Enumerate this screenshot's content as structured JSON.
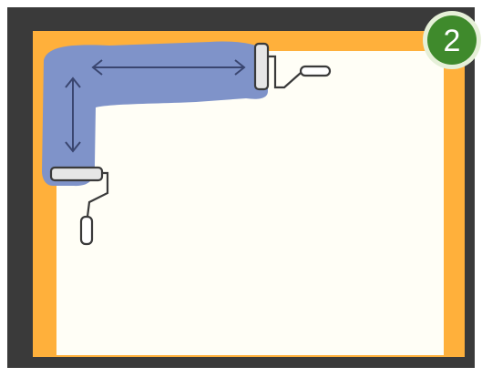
{
  "step_badge": {
    "number": "2",
    "fill_color": "#3f8a2c",
    "ring_color": "#e6f0d8"
  },
  "colors": {
    "outer_frame": "#3a3a3a",
    "wall_border": "#ffb03b",
    "wall_surface": "#fffef6",
    "paint_stroke": "#7f93c9",
    "arrow": "#3a4670",
    "roller_outline": "#3a3a3a"
  },
  "icons": {
    "horizontal_stroke_arrow": "double-arrow-horizontal",
    "vertical_stroke_arrow": "double-arrow-vertical",
    "top_roller": "paint-roller-icon",
    "left_roller": "paint-roller-icon"
  }
}
